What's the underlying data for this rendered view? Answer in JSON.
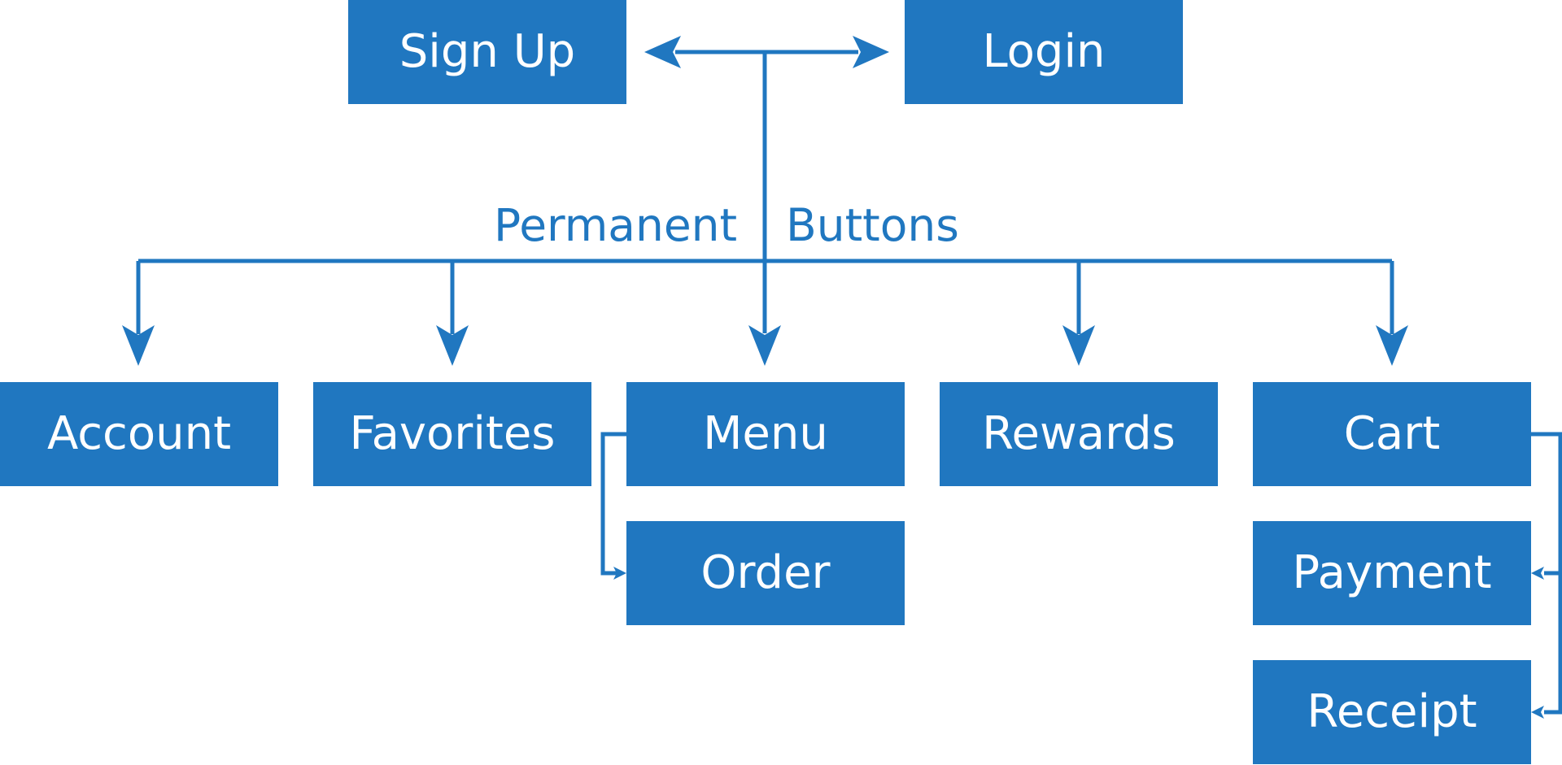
{
  "colors": {
    "box": "#2077c0",
    "box_text": "#ffffff",
    "line": "#2077c0",
    "background": "#ffffff"
  },
  "nodes": {
    "sign_up": "Sign Up",
    "login": "Login",
    "account": "Account",
    "favorites": "Favorites",
    "menu": "Menu",
    "order": "Order",
    "rewards": "Rewards",
    "cart": "Cart",
    "payment": "Payment",
    "receipt": "Receipt"
  },
  "labels": {
    "permanent_buttons_part1": "Permanent",
    "permanent_buttons_part2": "Buttons"
  },
  "connections": [
    {
      "from": "center",
      "to": "sign_up",
      "kind": "arrow"
    },
    {
      "from": "center",
      "to": "login",
      "kind": "arrow"
    },
    {
      "from": "permanent-buttons-bus",
      "to": "account",
      "kind": "arrow"
    },
    {
      "from": "permanent-buttons-bus",
      "to": "favorites",
      "kind": "arrow"
    },
    {
      "from": "permanent-buttons-bus",
      "to": "menu",
      "kind": "arrow"
    },
    {
      "from": "permanent-buttons-bus",
      "to": "rewards",
      "kind": "arrow"
    },
    {
      "from": "permanent-buttons-bus",
      "to": "cart",
      "kind": "arrow"
    },
    {
      "from": "menu",
      "to": "order",
      "kind": "arrow"
    },
    {
      "from": "cart",
      "to": "payment",
      "kind": "arrow"
    },
    {
      "from": "cart",
      "to": "receipt",
      "kind": "arrow"
    }
  ]
}
